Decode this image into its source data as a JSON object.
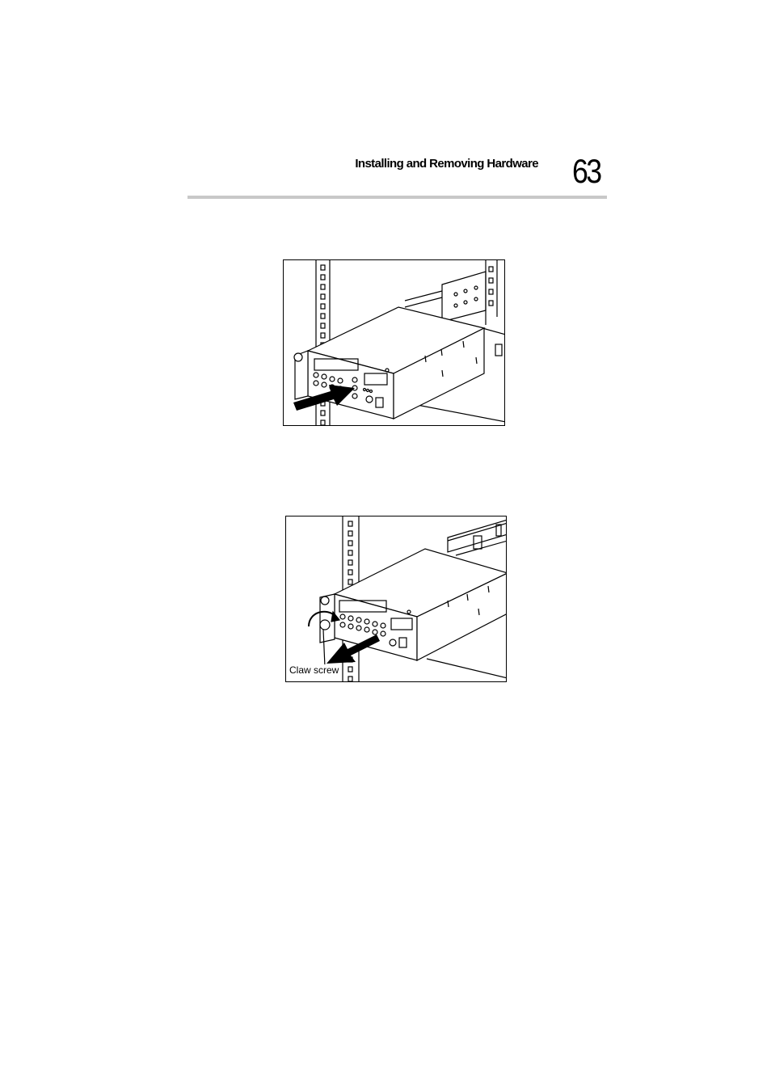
{
  "header": {
    "title": "Installing and Removing Hardware",
    "page_number": "63"
  },
  "figures": [
    {
      "icons": [
        "server-unit-icon",
        "rack-rail-icon",
        "push-arrow-icon"
      ]
    },
    {
      "icons": [
        "server-unit-icon",
        "rack-rail-icon",
        "pull-arrow-icon",
        "rotate-arrow-icon"
      ],
      "callout": "Claw screw"
    }
  ]
}
